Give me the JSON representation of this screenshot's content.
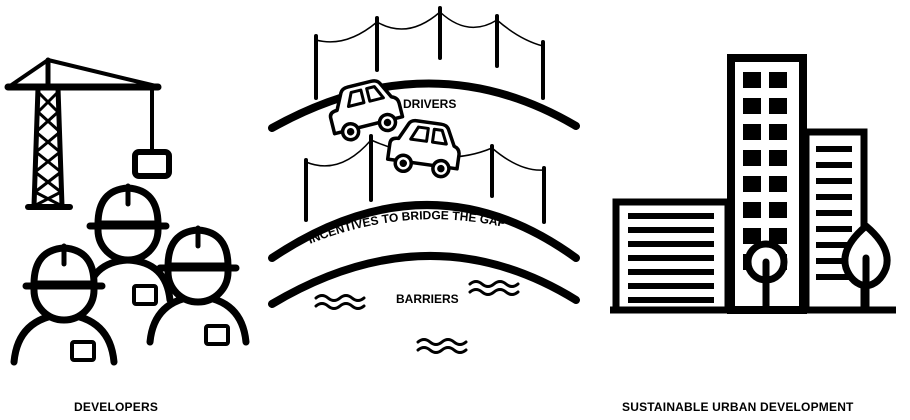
{
  "labels": {
    "drivers": "DRIVERS",
    "incentives": "INCENTIVES TO BRIDGE THE GAP",
    "barriers": "BARRIERS",
    "developers": "DEVELOPERS",
    "sustainable": "SUSTAINABLE URBAN DEVELOPMENT"
  },
  "colors": {
    "ink": "#000000",
    "background": "#ffffff"
  },
  "icons": [
    "crane-icon",
    "hard-hat-worker-icon",
    "car-icon",
    "water-waves-icon",
    "building-icon",
    "tree-icon",
    "bridge-icon",
    "power-line-icon"
  ]
}
